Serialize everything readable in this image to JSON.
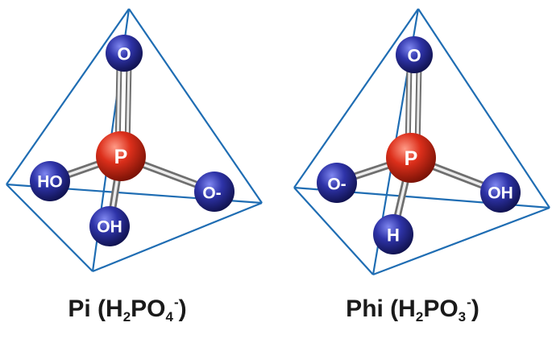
{
  "colors": {
    "tetrahedron_edge": "#1f6db3",
    "oxygen": "#2a2f9c",
    "phosphorus": "#d9321f",
    "bond": "#b9b9b9"
  },
  "molecules": [
    {
      "caption": {
        "name": "Pi",
        "open": " (H",
        "sub1": "2",
        "mid": "PO",
        "sub2": "4",
        "sup": "-",
        "close": ")"
      },
      "atoms": {
        "p": "P",
        "top": "O",
        "left": "HO",
        "right": "O-",
        "front": "OH"
      }
    },
    {
      "caption": {
        "name": "Phi",
        "open": " (H",
        "sub1": "2",
        "mid": "PO",
        "sub2": "3",
        "sup": "-",
        "close": ")"
      },
      "atoms": {
        "p": "P",
        "top": "O",
        "left": "O-",
        "right": "OH",
        "front": "H"
      }
    }
  ]
}
